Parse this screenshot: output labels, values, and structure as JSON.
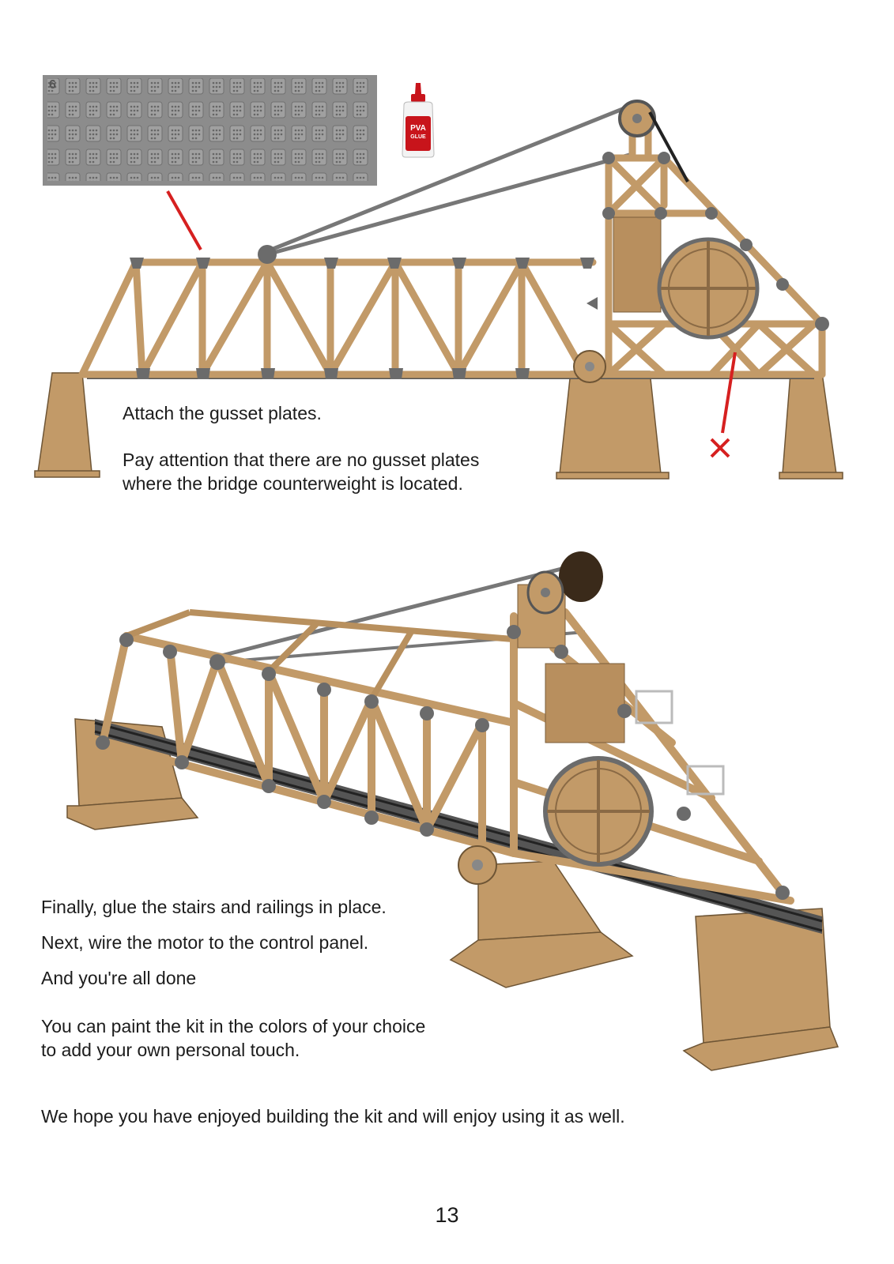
{
  "step1": {
    "line1": "Attach the gusset plates.",
    "line2": "Pay attention that there are no gusset plates",
    "line3": "where the bridge counterweight is located."
  },
  "parts_sheet": {
    "number": "6"
  },
  "glue_bottle": {
    "label_top": "PVA",
    "label_bottom": "GLUE"
  },
  "step2": {
    "line1": "Finally, glue the stairs and railings in place.",
    "line2": "Next, wire the motor to the control panel.",
    "line3": "And you're all done",
    "line4": "You can paint the kit in the colors of your choice",
    "line5": "to add your own personal touch."
  },
  "closing": "We hope you have enjoyed building the kit and will enjoy using it as well.",
  "page_number": "13",
  "colors": {
    "wood": "#c29a68",
    "wood_dark": "#8a6a45",
    "gusset": "#6b6b6b",
    "marker_red": "#d62020",
    "sheet_gray": "#8e8e8e"
  }
}
